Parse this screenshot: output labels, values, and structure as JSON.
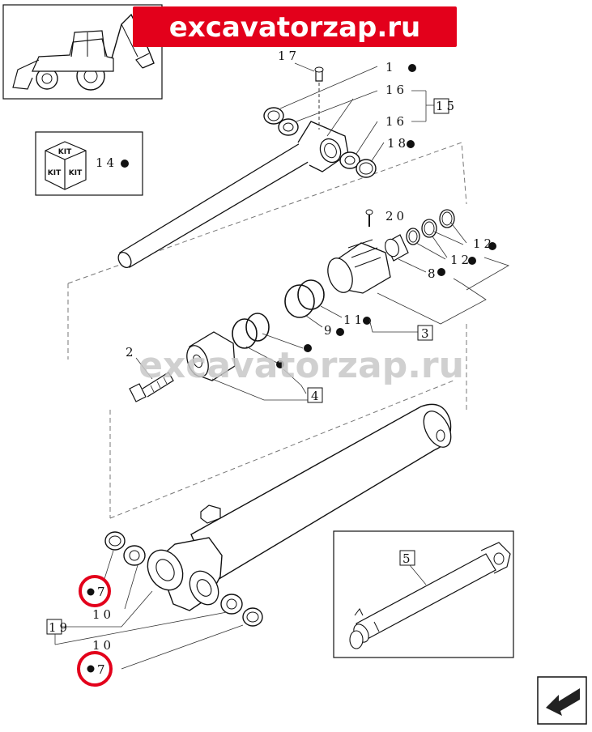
{
  "watermark": {
    "top": "excavatorzap.ru",
    "middle": "excavatorzap.ru",
    "banner_color": "#e3001b"
  },
  "kit_box": {
    "top": "KIT",
    "left": "KIT",
    "right": "KIT"
  },
  "callouts": {
    "c17": "17",
    "c1": "1",
    "c16a": "16",
    "c15": "15",
    "c16b": "16",
    "c18": "18",
    "c14": "14",
    "c20": "20",
    "c12a": "12",
    "c12b": "12",
    "c8": "8",
    "c11": "11",
    "c9": "9",
    "c3": "3",
    "c2": "2",
    "c4": "4",
    "c7a": "7",
    "c10a": "10",
    "c19": "19",
    "c10b": "10",
    "c7b": "7",
    "c5": "5"
  },
  "highlight_color": "#e3001b",
  "nav": {
    "icon": "next-page-arrow-icon"
  }
}
